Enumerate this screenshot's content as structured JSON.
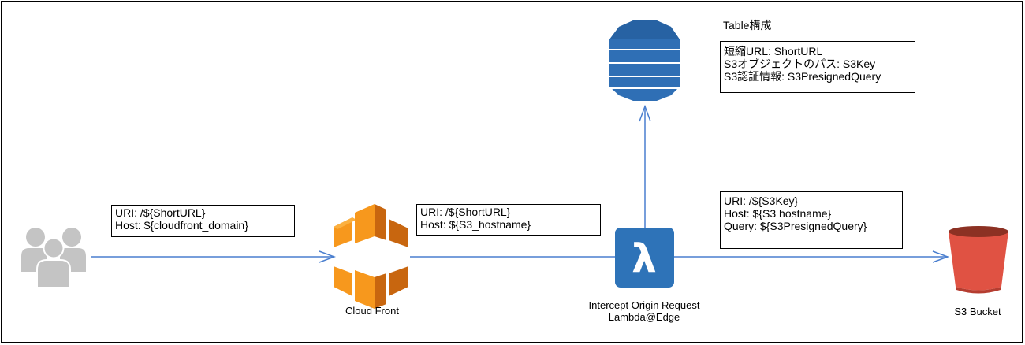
{
  "nodes": {
    "users": {
      "label": ""
    },
    "cloudfront": {
      "label": "Cloud Front"
    },
    "lambda": {
      "label_line1": "Intercept Origin Request",
      "label_line2": "Lambda@Edge"
    },
    "dynamodb": {
      "label": ""
    },
    "s3": {
      "label": "S3 Bucket"
    }
  },
  "notes": {
    "user_to_cf": [
      "URI: /${ShortURL}",
      "Host: ${cloudfront_domain}"
    ],
    "cf_to_lambda": [
      "URI: /${ShortURL}",
      "Host: ${S3_hostname}"
    ],
    "lambda_to_s3": [
      "URI: /${S3Key}",
      "Host: ${S3 hostname}",
      "Query: ${S3PresignedQuery}"
    ],
    "table": {
      "title": "Table構成",
      "lines": [
        "短縮URL: ShortURL",
        "S3オブジェクトのパス: S3Key",
        "S3認証情報: S3PresignedQuery"
      ]
    }
  },
  "colors": {
    "arrow": "#4a7fcf",
    "aws_orange": "#f7981d",
    "aws_orange_dark": "#c8660f",
    "lambda_blue": "#2e73b8",
    "dynamo_blue": "#2f6fb5",
    "s3_red": "#e05243",
    "users_gray": "#c4c4c4"
  },
  "icons": [
    "users-group-icon",
    "cloudfront-icon",
    "lambda-icon",
    "dynamodb-icon",
    "s3-bucket-icon"
  ]
}
